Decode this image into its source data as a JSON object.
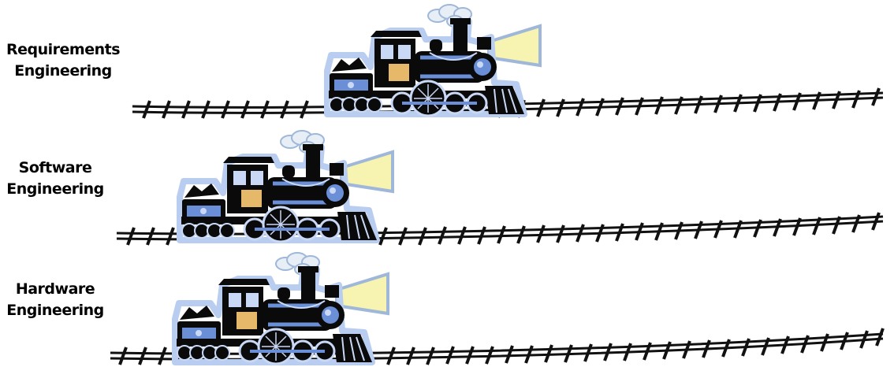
{
  "lanes": [
    {
      "id": "requirements",
      "label_line1": "Requirements",
      "label_line2": "Engineering"
    },
    {
      "id": "software",
      "label_line1": "Software",
      "label_line2": "Engineering"
    },
    {
      "id": "hardware",
      "label_line1": "Hardware",
      "label_line2": "Engineering"
    }
  ],
  "colors": {
    "train_body": "#0a0a0a",
    "train_blue": "#6b8fd6",
    "train_highlight": "#c9d8f5",
    "headlight_beam": "#f7f3b0",
    "smoke": "#e8eef5",
    "track": "#111111",
    "label_text": "#000000"
  },
  "icons": [
    "steam-locomotive-icon",
    "railroad-track-icon",
    "smoke-puff-icon",
    "headlight-beam-icon"
  ]
}
